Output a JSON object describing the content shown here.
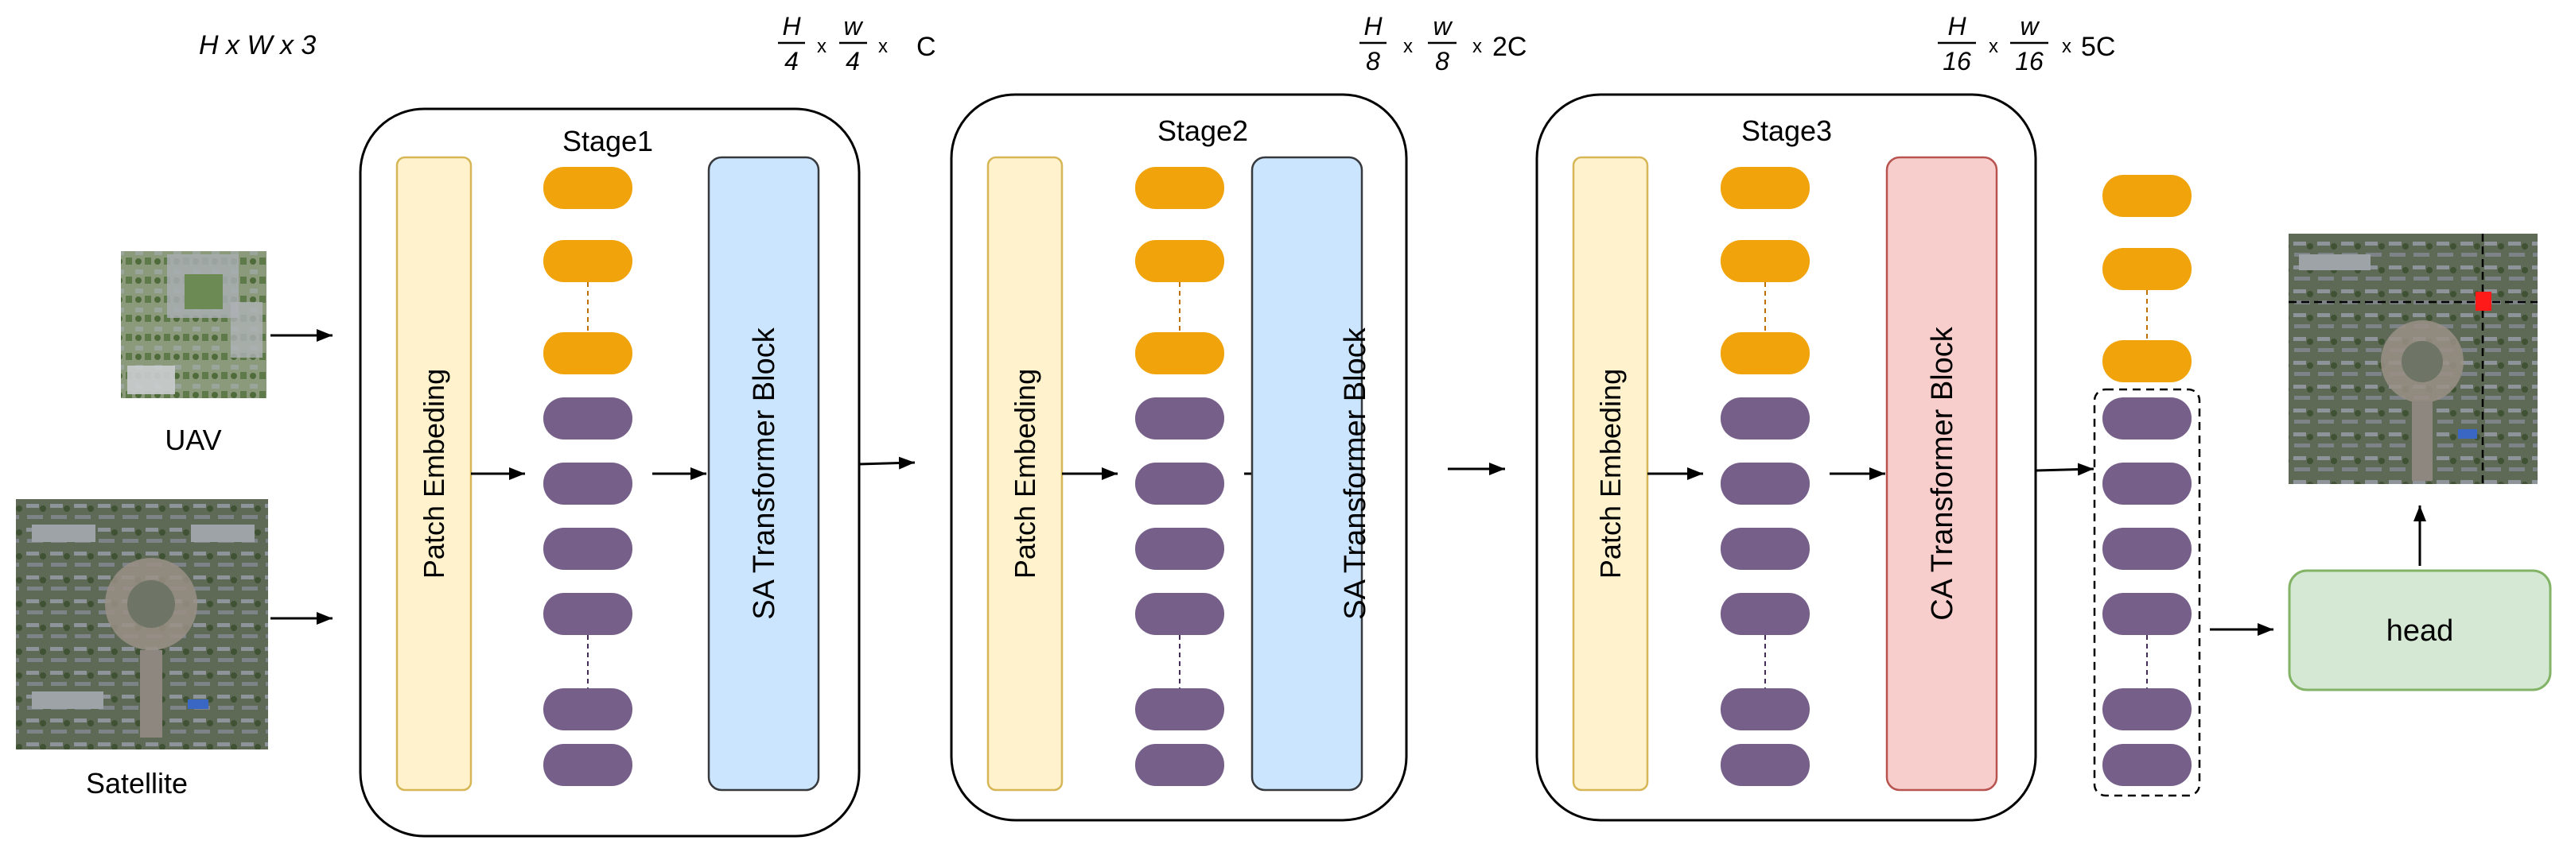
{
  "input_dims": "H x W x 3",
  "inputs": {
    "uav_label": "UAV",
    "satellite_label": "Satellite"
  },
  "stages": [
    {
      "title": "Stage1",
      "patch_label": "Patch Embeding",
      "block_label": "SA Transformer Block",
      "block_type": "SA",
      "dims": {
        "h_num": "H",
        "h_den": "4",
        "w_num": "w",
        "w_den": "4",
        "channels": "C"
      }
    },
    {
      "title": "Stage2",
      "patch_label": "Patch Embeding",
      "block_label": "SA Transformer Block",
      "block_type": "SA",
      "dims": {
        "h_num": "H",
        "h_den": "8",
        "w_num": "w",
        "w_den": "8",
        "channels": "2C"
      }
    },
    {
      "title": "Stage3",
      "patch_label": "Patch Embeding",
      "block_label": "CA Transformer Block",
      "block_type": "CA",
      "dims": {
        "h_num": "H",
        "h_den": "16",
        "w_num": "w",
        "w_den": "16",
        "channels": "5C"
      }
    }
  ],
  "times_symbol": "x",
  "head_label": "head",
  "colors": {
    "orange_token": "#F0A30A",
    "purple_token": "#76608A",
    "patch_fill": "#FFF2CC",
    "patch_stroke": "#D6B656",
    "sa_fill": "#CCE5FF",
    "sa_stroke": "#36393D",
    "ca_fill": "#F8CECC",
    "ca_stroke": "#B85450",
    "head_fill": "#D5E8D4",
    "head_stroke": "#82B366"
  }
}
